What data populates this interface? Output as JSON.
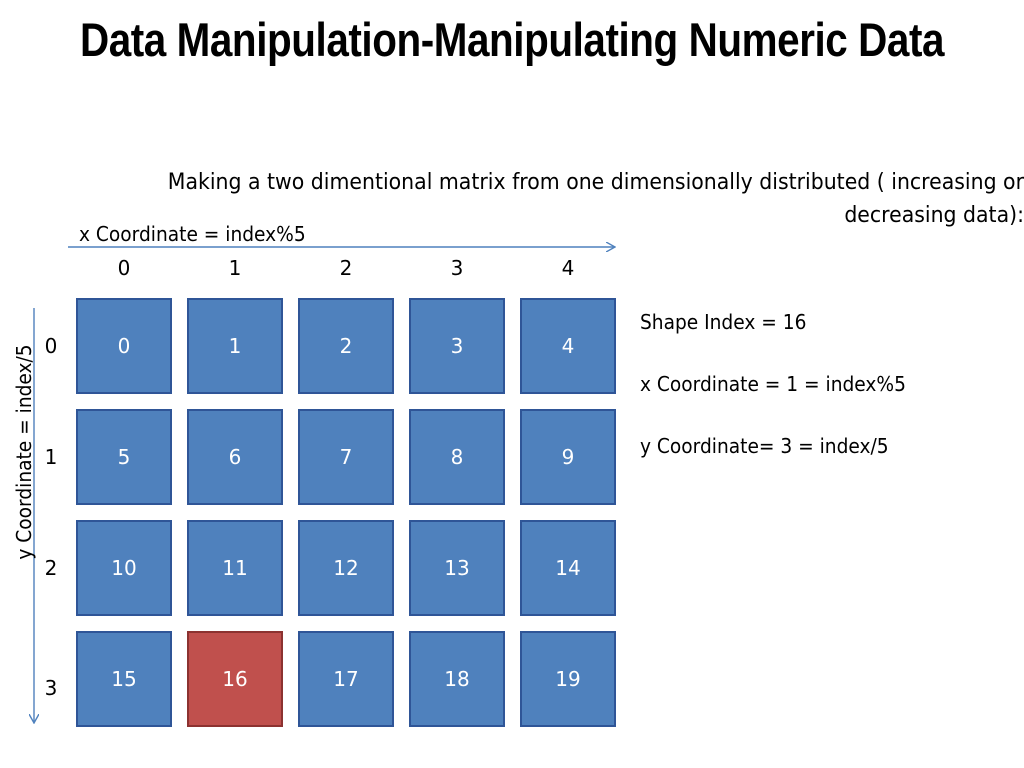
{
  "title": "Data Manipulation-Manipulating Numeric Data",
  "subtitle": {
    "line1": "Making a two dimentional matrix from one dimensionally distributed ( increasing or",
    "line2": "decreasing data):"
  },
  "x_axis": {
    "label": "x Coordinate = index%5",
    "ticks": [
      "0",
      "1",
      "2",
      "3",
      "4"
    ]
  },
  "y_axis": {
    "label": "y Coordinate = index/5",
    "ticks": [
      "0",
      "1",
      "2",
      "3"
    ]
  },
  "grid": {
    "cols": 5,
    "rows": 4,
    "cells": [
      "0",
      "1",
      "2",
      "3",
      "4",
      "5",
      "6",
      "7",
      "8",
      "9",
      "10",
      "11",
      "12",
      "13",
      "14",
      "15",
      "16",
      "17",
      "18",
      "19"
    ],
    "highlighted_index": 16
  },
  "info": {
    "shape_index": "Shape Index = 16",
    "x_coord": "x Coordinate = 1 = index%5",
    "y_coord": "y Coordinate= 3 = index/5"
  },
  "colors": {
    "cell": "#4f81bd",
    "cell_highlight": "#c0504d",
    "arrow": "#4f81bd"
  }
}
